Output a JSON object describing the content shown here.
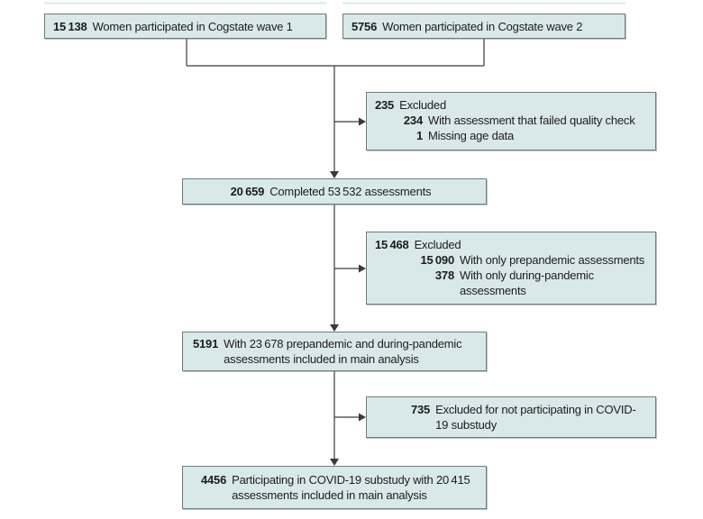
{
  "figure": {
    "boxes": {
      "wave1": {
        "number": "15 138",
        "label": "Women participated in Cogstate wave 1"
      },
      "wave2": {
        "number": "5756",
        "label": "Women participated in Cogstate wave 2"
      },
      "excluded_quality": {
        "number": "235",
        "label": "Excluded",
        "items": [
          {
            "number": "234",
            "label": "With assessment that failed quality check"
          },
          {
            "number": "1",
            "label": "Missing age data"
          }
        ]
      },
      "completed": {
        "number": "20 659",
        "label": "Completed 53 532 assessments"
      },
      "excluded_pandemic": {
        "number": "15 468",
        "label": "Excluded",
        "items": [
          {
            "number": "15 090",
            "label": "With only prepandemic assessments"
          },
          {
            "number": "378",
            "label": "With only during-pandemic assessments"
          }
        ]
      },
      "main_analysis": {
        "number": "5191",
        "label": "With 23 678 prepandemic and during-pandemic assessments included in main analysis"
      },
      "excluded_substudy": {
        "number": "735",
        "label": "Excluded for not participating in COVID-19 substudy"
      },
      "final_analysis": {
        "number": "4456",
        "label": "Participating in COVID-19 substudy with 20 415 assessments included in main analysis"
      }
    },
    "colors": {
      "box_fill": "#d9e9e9",
      "box_border": "#6e7c7c",
      "connector": "#3a3a3a",
      "text": "#1c1c1c"
    }
  }
}
